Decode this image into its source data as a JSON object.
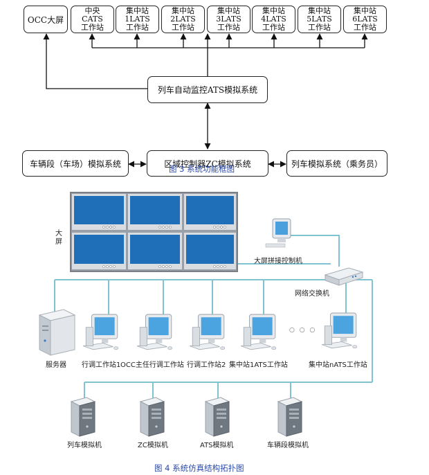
{
  "diagram1": {
    "occ_screen": "OCC大屏",
    "workstations": [
      {
        "l1": "中央",
        "l2": "CATS",
        "l3": "工作站"
      },
      {
        "l1": "集中站",
        "l2": "1LATS",
        "l3": "工作站"
      },
      {
        "l1": "集中站",
        "l2": "2LATS",
        "l3": "工作站"
      },
      {
        "l1": "集中站",
        "l2": "3LATS",
        "l3": "工作站"
      },
      {
        "l1": "集中站",
        "l2": "4LATS",
        "l3": "工作站"
      },
      {
        "l1": "集中站",
        "l2": "5LATS",
        "l3": "工作站"
      },
      {
        "l1": "集中站",
        "l2": "6LATS",
        "l3": "工作站"
      }
    ],
    "ats_sim": "列车自动监控ATS模拟系统",
    "depot_sim": "车辆段（车场）模拟系统",
    "zc_sim": "区域控制器ZC模拟系统",
    "train_sim": "列车模拟系统（乘务员）",
    "caption": "图 3 系统功能框图"
  },
  "diagram2": {
    "big_screen_label": "大屏",
    "splice_controller": "大屏拼接控制机",
    "network_switch": "网络交换机",
    "dots": "○ ○ ○",
    "row_nodes": [
      {
        "label": "服务器",
        "icon": "server-icon"
      },
      {
        "label": "行调工作站1",
        "icon": "workstation-icon"
      },
      {
        "label": "OCC主任行调工作站",
        "icon": "workstation-icon"
      },
      {
        "label": "行调工作站2",
        "icon": "workstation-icon"
      },
      {
        "label": "集中站1ATS工作站",
        "icon": "workstation-icon"
      },
      {
        "label": "集中站nATS工作站",
        "icon": "workstation-icon"
      }
    ],
    "simulators": [
      "列车模拟机",
      "ZC模拟机",
      "ATS模拟机",
      "车辆段模拟机"
    ],
    "caption": "图 4  系统仿真结构拓扑图"
  },
  "colors": {
    "network_line": "#7fc3d1",
    "screen_blue": "#1f6fb8",
    "caption_blue": "#2b4aa8"
  }
}
